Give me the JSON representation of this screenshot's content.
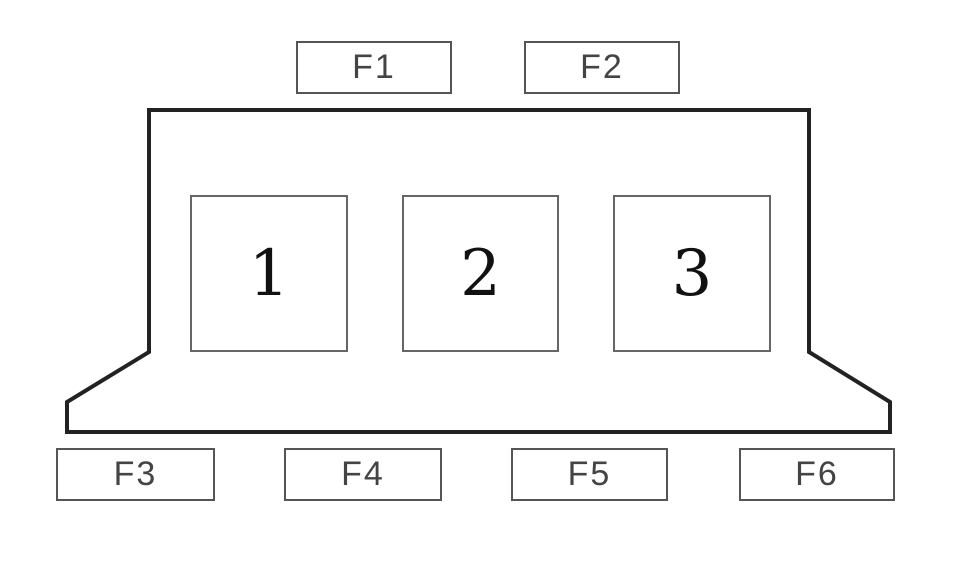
{
  "fuses": {
    "f1": "F1",
    "f2": "F2",
    "f3": "F3",
    "f4": "F4",
    "f5": "F5",
    "f6": "F6"
  },
  "slots": {
    "s1": "1",
    "s2": "2",
    "s3": "3"
  }
}
